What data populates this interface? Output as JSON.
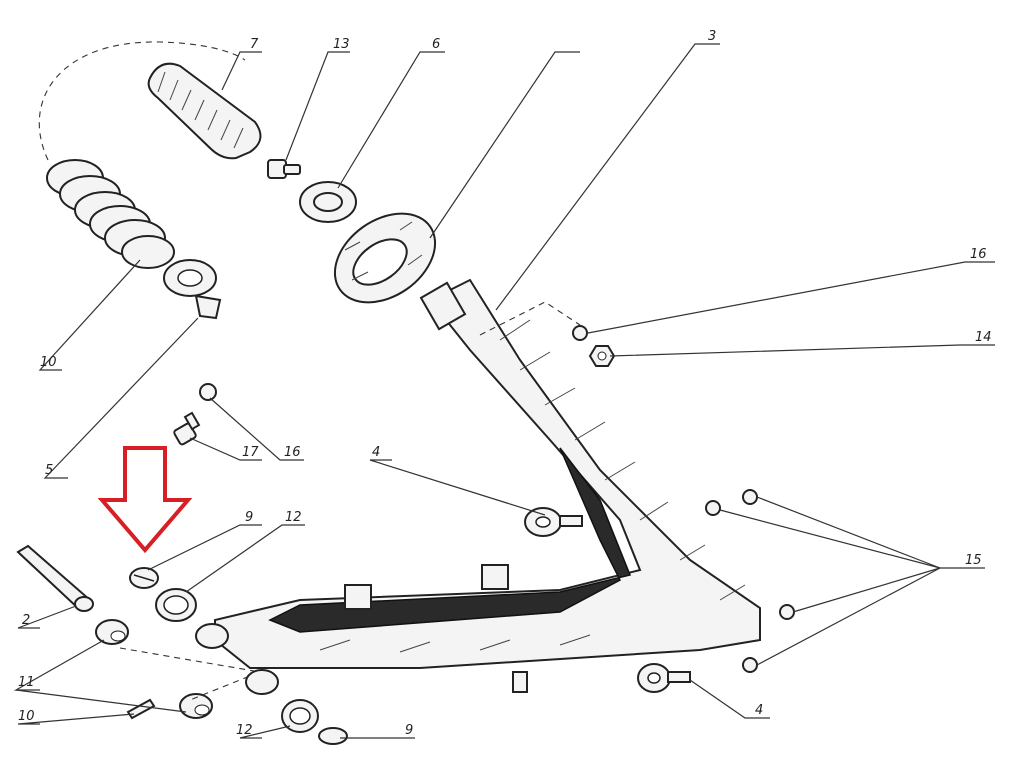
{
  "diagram": {
    "callouts": [
      {
        "id": "c7",
        "text": "7"
      },
      {
        "id": "c13",
        "text": "13"
      },
      {
        "id": "c6",
        "text": "6"
      },
      {
        "id": "c3",
        "text": "3"
      },
      {
        "id": "c16a",
        "text": "16"
      },
      {
        "id": "c14",
        "text": "14"
      },
      {
        "id": "c10",
        "text": "10"
      },
      {
        "id": "c5",
        "text": "5"
      },
      {
        "id": "c17",
        "text": "17"
      },
      {
        "id": "c16b",
        "text": "16"
      },
      {
        "id": "c4a",
        "text": "4"
      },
      {
        "id": "c15",
        "text": "15"
      },
      {
        "id": "c9a",
        "text": "9"
      },
      {
        "id": "c12a",
        "text": "12"
      },
      {
        "id": "c2",
        "text": "2"
      },
      {
        "id": "c11",
        "text": "11"
      },
      {
        "id": "c10b",
        "text": "10"
      },
      {
        "id": "c12b",
        "text": "12"
      },
      {
        "id": "c9b",
        "text": "9"
      },
      {
        "id": "c4b",
        "text": "4"
      }
    ],
    "highlight_arrow_color": "#d81f26",
    "line_color": "#222222"
  }
}
